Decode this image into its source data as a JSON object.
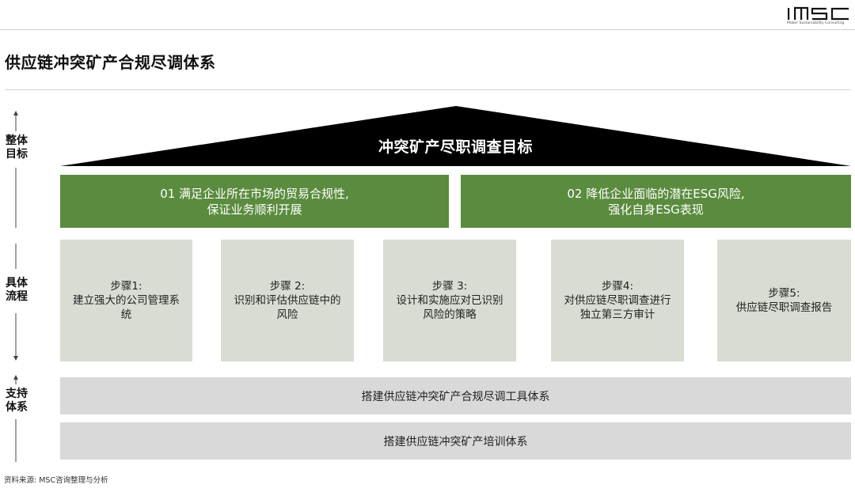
{
  "header": {
    "logo_text": "MSC",
    "logo_subtitle": "Maker Sustainability Consulting"
  },
  "title": "供应链冲突矿产合规尽调体系",
  "side_labels": {
    "overall": [
      "整体",
      "目标"
    ],
    "process": [
      "具体",
      "流程"
    ],
    "support": [
      "支持",
      "体系"
    ]
  },
  "roof": {
    "label": "冲突矿产尽职调查目标",
    "color": "#000000"
  },
  "goals": [
    {
      "line1": "01 满足企业所在市场的贸易合规性,",
      "line2": "保证业务顺利开展"
    },
    {
      "line1": "02 降低企业面临的潜在ESG风险,",
      "line2": "强化自身ESG表现"
    }
  ],
  "steps": [
    {
      "title": "步骤1:",
      "desc": "建立强大的公司管理系统"
    },
    {
      "title": "步骤 2:",
      "desc": "识别和评估供应链中的风险"
    },
    {
      "title": "步骤 3:",
      "desc": "设计和实施应对已识别风险的策略"
    },
    {
      "title": "步骤4:",
      "desc": "对供应链尽职调查进行独立第三方审计"
    },
    {
      "title": "步骤5:",
      "desc": "供应链尽职调查报告"
    }
  ],
  "support": [
    {
      "label": "搭建供应链冲突矿产合规尽调工具体系"
    },
    {
      "label": "搭建供应链冲突矿产培训体系"
    }
  ],
  "source": "资料来源: MSC咨询整理与分析",
  "colors": {
    "goal_green": "#5a8b3e",
    "step_gray": "#d9dcd3",
    "bar_gray": "#d9d9d9"
  }
}
